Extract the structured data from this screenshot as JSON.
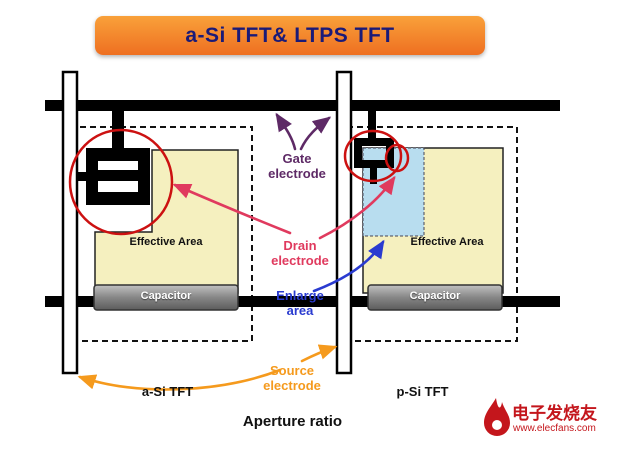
{
  "title": {
    "text": "a-Si TFT& LTPS TFT"
  },
  "annotations": {
    "gate_electrode": "Gate\nelectrode",
    "drain_electrode": "Drain\nelectrode",
    "enlarge_area": "Enlarge\narea",
    "source_electrode": "Source\nelectrode"
  },
  "left_pixel": {
    "effective_area": "Effective Area",
    "capacitor": "Capacitor",
    "caption": "a-Si TFT"
  },
  "right_pixel": {
    "effective_area": "Effective Area",
    "capacitor": "Capacitor",
    "caption": "p-Si TFT"
  },
  "bottom_caption": "Aperture ratio",
  "watermark": {
    "brand": "电子发烧友",
    "site": "www.elecfans.com"
  },
  "colors": {
    "banner_top": "#f9a13a",
    "banner_bottom": "#ee6f21",
    "title_text": "#1a1a78",
    "gate": "#5e2a66",
    "drain": "#e03a5e",
    "enlarge": "#2a3bd0",
    "source": "#f59a1d",
    "effective_fill": "#f5f0bf",
    "enlarge_fill": "#b8ddef",
    "capacitor_fill": "#8c8c8c",
    "circle": "#cc1111",
    "watermark": "#c4161c"
  }
}
